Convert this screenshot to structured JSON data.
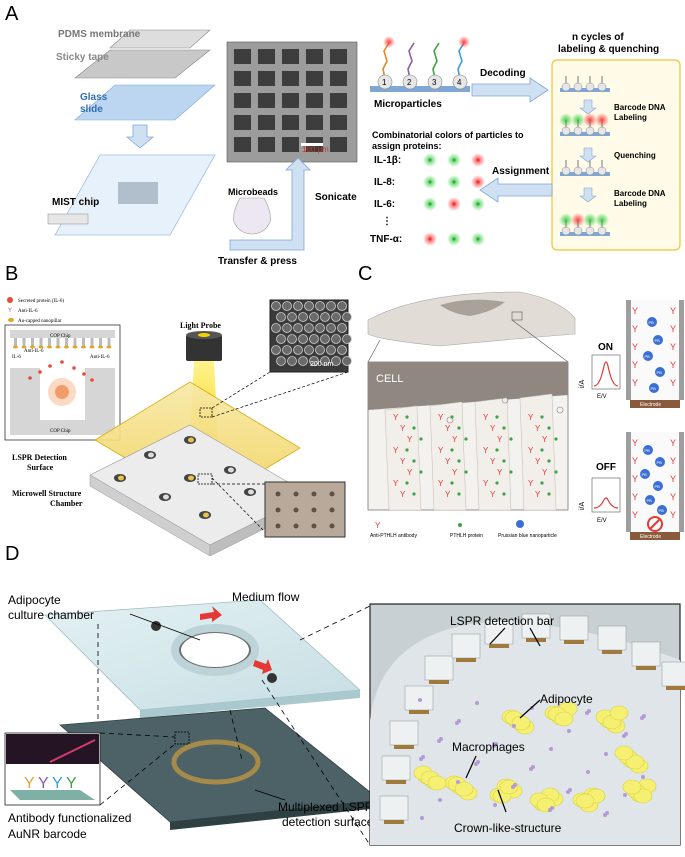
{
  "panels": {
    "A": {
      "letter": "A",
      "layers": {
        "pdms": "PDMS membrane",
        "tape": "Sticky tape",
        "glass1": "Glass",
        "glass2": "slide"
      },
      "chip": "MIST chip",
      "scale": "100 μm",
      "microbeads": "Microbeads",
      "sonicate": "Sonicate",
      "transfer": "Transfer & press",
      "bead_numbers": [
        "1",
        "2",
        "3",
        "4"
      ],
      "microparticles": "Microparticles",
      "decoding": "Decoding",
      "cycles1": "n cycles of",
      "cycles2": "labeling & quenching",
      "barcode1": "Barcode DNA",
      "barcode2": "Labeling",
      "quenching": "Quenching",
      "assignment": "Assignment",
      "comb1": "Combinatorial colors of particles to",
      "comb2": "assign proteins:",
      "proteins": [
        "IL-1β:",
        "IL-8:",
        "IL-6:",
        "⋮",
        "TNF-α:"
      ],
      "dots_colors": [
        [
          "green",
          "green",
          "red"
        ],
        [
          "green",
          "green",
          "red"
        ],
        [
          "green",
          "red",
          "green"
        ],
        [
          "red",
          "green",
          "green"
        ]
      ]
    },
    "B": {
      "letter": "B",
      "legend": [
        "Secreted protein (IL-6)",
        "Anti-IL-6",
        "Au-capped nanopillar"
      ],
      "cop_top": "COP Chip",
      "cop_bottom": "COP Chip",
      "il6_left": "IL-6",
      "anti_left": "Anti-IL-6",
      "anti_right": "Anti-IL-6",
      "light_probe": "Light Probe",
      "sem_scale": "200 nm",
      "lspr1": "LSPR Detection",
      "lspr2": "Surface",
      "micro1": "Microwell Structure",
      "micro2": "Chamber"
    },
    "C": {
      "letter": "C",
      "cell": "CELL",
      "on": "ON",
      "off": "OFF",
      "y_axis": "i/A",
      "x_axis": "E/V",
      "electrode": "Electrode",
      "pb": "PB",
      "legend": [
        "Anti-PTHLH antibody",
        "PTHLH protein",
        "Prussian blue nanoparticle"
      ]
    },
    "D": {
      "letter": "D",
      "adipocyte_chamber1": "Adipocyte",
      "adipocyte_chamber2": "culture chamber",
      "medium_flow": "Medium flow",
      "antibody1": "Antibody functionalized",
      "antibody2": "AuNR barcode",
      "multiplexed1": "Multiplexed LSPR",
      "multiplexed2": "detection surface",
      "lspr_bar": "LSPR detection bar",
      "adipocyte": "Adipocyte",
      "macrophages": "Macrophages",
      "crown": "Crown-like-structure"
    }
  },
  "colors": {
    "blue_text": "#2f6db5",
    "red": "#e53935",
    "green": "#43a047",
    "arrow_blue": "#a9c6e8",
    "yellow_box": "#f2c230"
  }
}
